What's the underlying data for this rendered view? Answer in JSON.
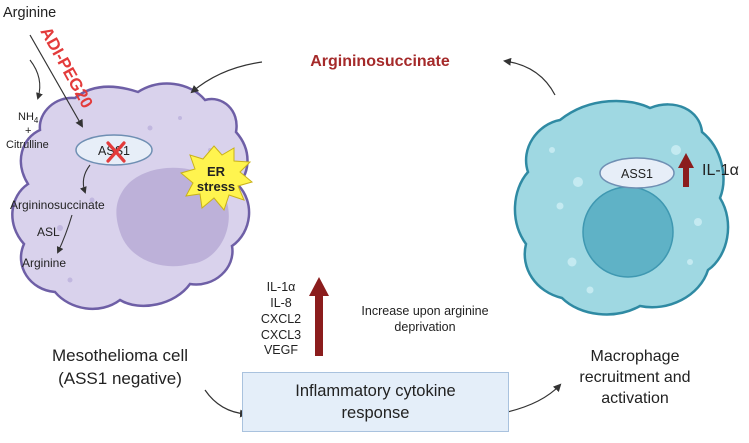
{
  "labels": {
    "arginine_top": "Arginine",
    "adi_peg20": "ADI-PEG20",
    "nh4": "NH",
    "nh4_sub": "4",
    "plus": "+",
    "citrulline": "Citrulline",
    "argininosuccinate_cycle": "Argininosuccinate",
    "ass1_meso": "ASS1",
    "argininosuccinate_inner": "Argininosuccinate",
    "asl": "ASL",
    "arginine_inner": "Arginine",
    "er_line1": "ER",
    "er_line2": "stress",
    "meso_line1": "Mesothelioma cell",
    "meso_line2": "(ASS1 negative)",
    "cytokines": [
      "IL-1α",
      "IL-8",
      "CXCL2",
      "CXCL3",
      "VEGF"
    ],
    "increase_line1": "Increase upon arginine",
    "increase_line2": "deprivation",
    "response_line1": "Inflammatory cytokine",
    "response_line2": "response",
    "ass1_macro": "ASS1",
    "il1a_macro": "IL-1α",
    "macro_line1": "Macrophage",
    "macro_line2": "recruitment and",
    "macro_line3": "activation"
  },
  "colors": {
    "meso_cell": "#d9d2ec",
    "meso_nucleus": "#b7acd6",
    "macro_cell": "#9fd8e2",
    "macro_nucleus": "#5fb2c6",
    "drug_red": "#e33b3b",
    "cycle_red": "#a52a2a",
    "up_arrow": "#8b1d1d",
    "er_star": "#fff44f",
    "box_fill": "#e4eef9"
  },
  "icons": [
    "red-x-icon",
    "up-arrow-icon",
    "starburst-icon",
    "curved-arrow-icon"
  ]
}
